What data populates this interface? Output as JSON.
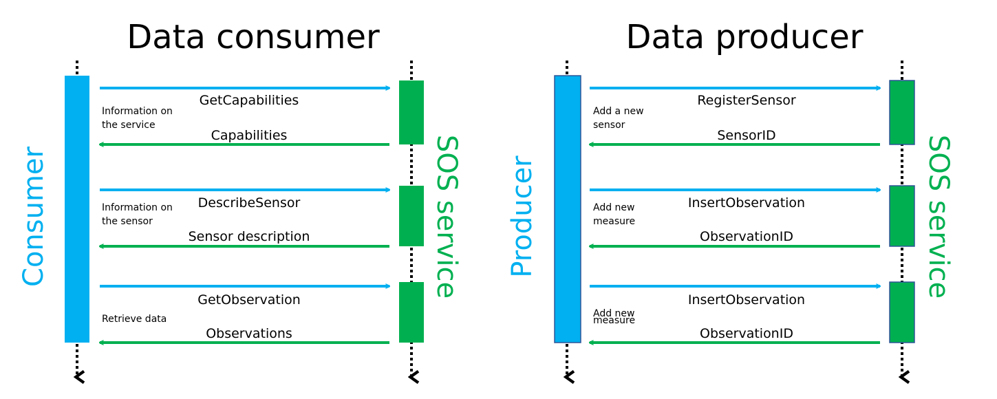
{
  "colors": {
    "blue": "#00B0F0",
    "green": "#00B050",
    "text": "#000000",
    "dotted": "#000000",
    "box_border": "#2F5597"
  },
  "consumer": {
    "title": "Data consumer",
    "left_label": "Consumer",
    "right_label": "SOS service",
    "messages": [
      {
        "request": "GetCapabilities",
        "response": "Capabilities",
        "note_lines": [
          "Information on",
          "the service"
        ]
      },
      {
        "request": "DescribeSensor",
        "response": "Sensor description",
        "note_lines": [
          "Information on",
          "the sensor"
        ]
      },
      {
        "request": "GetObservation",
        "response": "Observations",
        "note_lines": [
          "Retrieve data"
        ]
      }
    ]
  },
  "producer": {
    "title": "Data producer",
    "left_label": "Producer",
    "right_label": "SOS service",
    "messages": [
      {
        "request": "RegisterSensor",
        "response": "SensorID",
        "note_lines": [
          "Add a new",
          "sensor"
        ]
      },
      {
        "request": "InsertObservation",
        "response": "ObservationID",
        "note_lines": [
          "Add new",
          "measure"
        ]
      },
      {
        "request": "InsertObservation",
        "response": "ObservationID",
        "note_lines": [
          "Add new",
          "measure"
        ]
      }
    ]
  }
}
